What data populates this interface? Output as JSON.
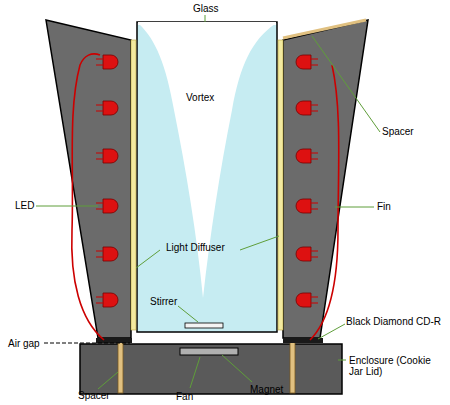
{
  "diagram": {
    "labels": [
      "Glass",
      "Vortex",
      "Spacer",
      "LED",
      "Fin",
      "Light Diffuser",
      "Stirrer",
      "Black Diamond CD-R",
      "Air gap",
      "Enclosure (Cookie Jar Lid)",
      "Spacer",
      "Fan",
      "Magnet"
    ]
  }
}
